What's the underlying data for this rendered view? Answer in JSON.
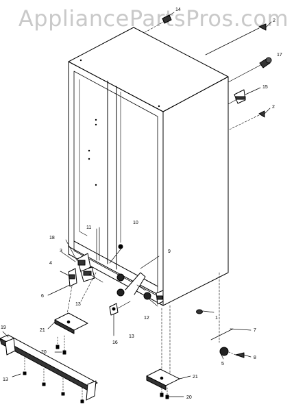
{
  "watermark": "AppliancePartsPros.com",
  "diagram": {
    "callouts": [
      {
        "id": "c-14",
        "text": "14"
      },
      {
        "id": "c-2-top",
        "text": "2"
      },
      {
        "id": "c-17",
        "text": "17"
      },
      {
        "id": "c-15",
        "text": "15"
      },
      {
        "id": "c-2-mid",
        "text": "2"
      },
      {
        "id": "c-10",
        "text": "10"
      },
      {
        "id": "c-11",
        "text": "11"
      },
      {
        "id": "c-18",
        "text": "18"
      },
      {
        "id": "c-3",
        "text": "3"
      },
      {
        "id": "c-4",
        "text": "4"
      },
      {
        "id": "c-6",
        "text": "6"
      },
      {
        "id": "c-9",
        "text": "9"
      },
      {
        "id": "c-13-mid",
        "text": "13"
      },
      {
        "id": "c-12",
        "text": "12"
      },
      {
        "id": "c-1",
        "text": "1"
      },
      {
        "id": "c-21-left",
        "text": "21"
      },
      {
        "id": "c-16",
        "text": "16"
      },
      {
        "id": "c-13-right",
        "text": "13"
      },
      {
        "id": "c-20-left",
        "text": "20"
      },
      {
        "id": "c-19",
        "text": "19"
      },
      {
        "id": "c-7",
        "text": "7"
      },
      {
        "id": "c-8",
        "text": "8"
      },
      {
        "id": "c-5",
        "text": "5"
      },
      {
        "id": "c-13-left",
        "text": "13"
      },
      {
        "id": "c-21-right",
        "text": "21"
      },
      {
        "id": "c-20-right",
        "text": "20"
      }
    ]
  }
}
